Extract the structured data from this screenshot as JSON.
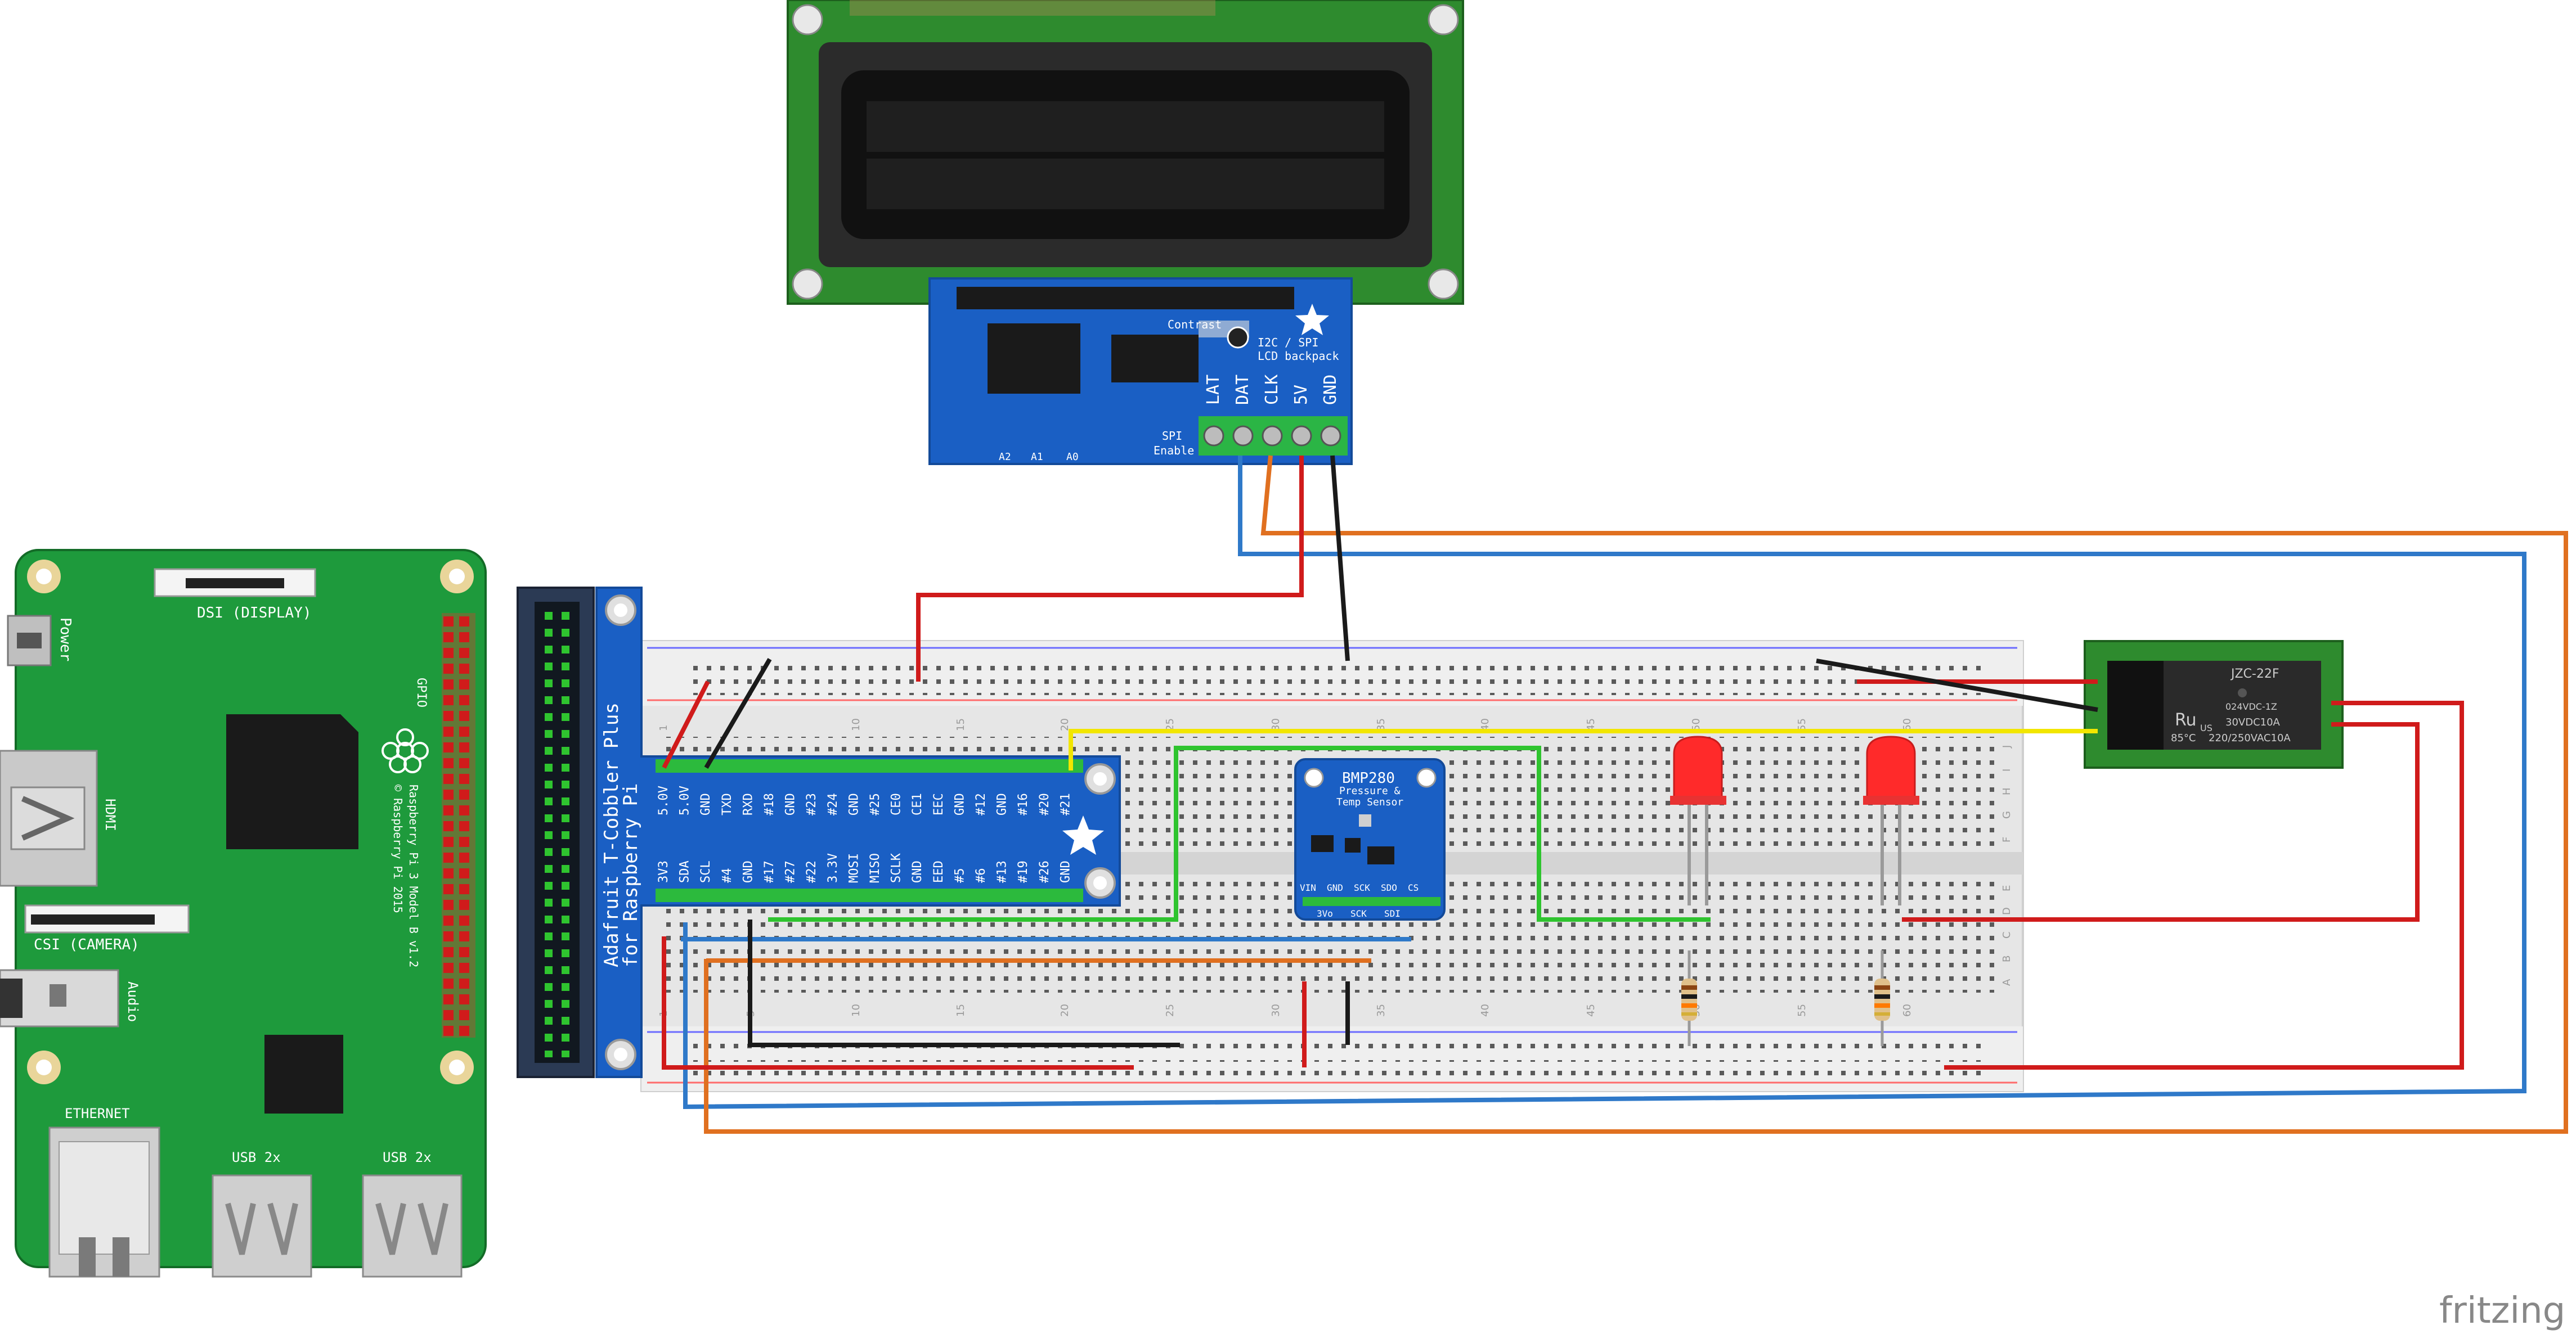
{
  "raspberry_pi": {
    "power_label": "Power",
    "dsi_label": "DSI (DISPLAY)",
    "hdmi_label": "HDMI",
    "csi_label": "CSI (CAMERA)",
    "audio_label": "Audio",
    "gpio_label": "GPIO",
    "model_line1": "Raspberry Pi 3 Model B v1.2",
    "model_line2": "© Raspberry Pi 2015",
    "ethernet_label": "ETHERNET",
    "usb1_label": "USB 2x",
    "usb2_label": "USB 2x"
  },
  "cobbler": {
    "title_line1": "Adafruit T-Cobbler Plus",
    "title_line2": "for Raspberry Pi",
    "top_pins": [
      "5.0V",
      "5.0V",
      "GND",
      "TXD",
      "RXD",
      "#18",
      "GND",
      "#23",
      "#24",
      "GND",
      "#25",
      "CE0",
      "CE1",
      "EEC",
      "GND",
      "#12",
      "GND",
      "#16",
      "#20",
      "#21"
    ],
    "bottom_pins": [
      "3V3",
      "SDA",
      "SCL",
      "#4",
      "GND",
      "#17",
      "#27",
      "#22",
      "3.3V",
      "MOSI",
      "MISO",
      "SCLK",
      "GND",
      "EED",
      "#5",
      "#6",
      "#13",
      "#19",
      "#26",
      "GND"
    ]
  },
  "breadboard": {
    "column_numbers": [
      "1",
      "5",
      "10",
      "15",
      "20",
      "25",
      "30",
      "35",
      "40",
      "45",
      "50",
      "55",
      "60"
    ],
    "row_letters_top": [
      "J",
      "I",
      "H",
      "G",
      "F"
    ],
    "row_letters_bottom": [
      "E",
      "D",
      "C",
      "B",
      "A"
    ]
  },
  "lcd_backpack": {
    "contrast_label": "Contrast",
    "title_line1": "I2C / SPI",
    "title_line2": "LCD backpack",
    "terminals": [
      "LAT",
      "DAT",
      "CLK",
      "5V",
      "GND"
    ],
    "spi_label": "SPI",
    "enable_label": "Enable",
    "jumpers": [
      "A2",
      "A1",
      "A0"
    ]
  },
  "bmp280": {
    "title": "BMP280",
    "subtitle_line1": "Pressure &",
    "subtitle_line2": "Temp Sensor",
    "pins_top": [
      "VIN",
      "GND",
      "SCK",
      "SDO",
      "CS"
    ],
    "pins_bottom": [
      "3Vo",
      "SCK",
      "SDI"
    ]
  },
  "relay": {
    "model": "JZC-22F",
    "line1": "024VDC-1Z",
    "line2": "30VDC10A",
    "line3": "220/250VAC10A",
    "temp": "85°C",
    "cert_us": "US",
    "cert_ru": "Ru"
  },
  "footer": {
    "brand": "fritzing"
  },
  "colors": {
    "pi_green": "#1e9a3c",
    "cobbler_blue": "#1a5fc4",
    "lcd_green": "#2e8b2e",
    "wire_red": "#d01b1b",
    "wire_black": "#1a1a1a",
    "wire_blue": "#2f79c9",
    "wire_orange": "#e07020",
    "wire_yellow": "#f2e600",
    "wire_green": "#2fc42f",
    "led_red": "#ff2a2a"
  }
}
